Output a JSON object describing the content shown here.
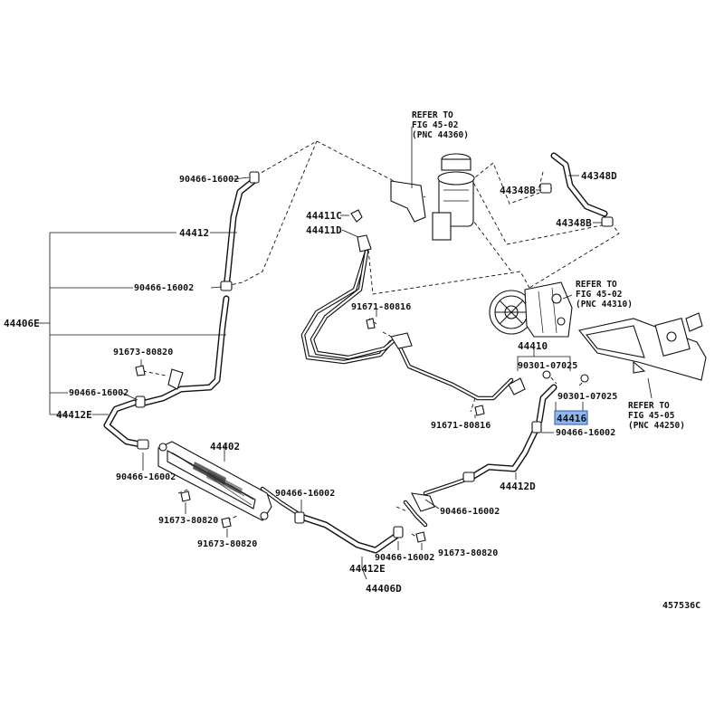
{
  "figure_code": "457536C",
  "labels": {
    "p90466_a": "90466-16002",
    "p44412": "44412",
    "p90466_b": "90466-16002",
    "p44406E": "44406E",
    "p91673_a": "91673-80820",
    "p90466_c": "90466-16002",
    "p44412E_a": "44412E",
    "p90466_d": "90466-16002",
    "p44402": "44402",
    "p91673_b": "91673-80820",
    "p91673_c": "91673-80820",
    "p90466_e": "90466-16002",
    "p44412E_b": "44412E",
    "p44406D": "44406D",
    "p90466_f": "90466-16002",
    "p90466_g": "90466-16002",
    "p91673_d": "91673-80820",
    "p44412D": "44412D",
    "p90466_h": "90466-16002",
    "p44416": "44416",
    "p90301_a": "90301-07025",
    "p90301_b": "90301-07025",
    "p44410": "44410",
    "p91671_a": "91671-80816",
    "p91671_b": "91671-80816",
    "p44411C": "44411C",
    "p44411D": "44411D",
    "p44348B_a": "44348B",
    "p44348B_b": "44348B",
    "p44348D": "44348D"
  },
  "references": {
    "reservoir": [
      "REFER TO",
      "FIG 45-02",
      "(PNC 44360)"
    ],
    "pump": [
      "REFER TO",
      "FIG 45-02",
      "(PNC 44310)"
    ],
    "gear": [
      "REFER TO",
      "FIG 45-05",
      "(PNC 44250)"
    ]
  },
  "highlight": {
    "part": "44416",
    "color": "#8fb7ef"
  }
}
